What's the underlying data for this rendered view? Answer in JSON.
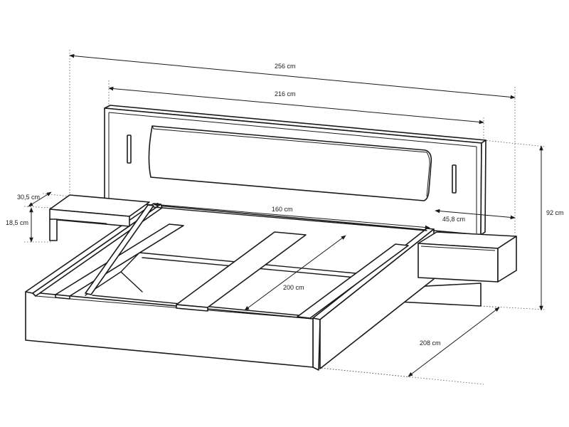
{
  "dimensions": {
    "overall_width": "256 cm",
    "headboard_width": "216 cm",
    "mattress_width": "160 cm",
    "mattress_length": "200 cm",
    "overall_length": "208 cm",
    "height": "92 cm",
    "nightstand_width": "45,8 cm",
    "nightstand_depth": "30,5 cm",
    "nightstand_height": "18,5 cm"
  }
}
